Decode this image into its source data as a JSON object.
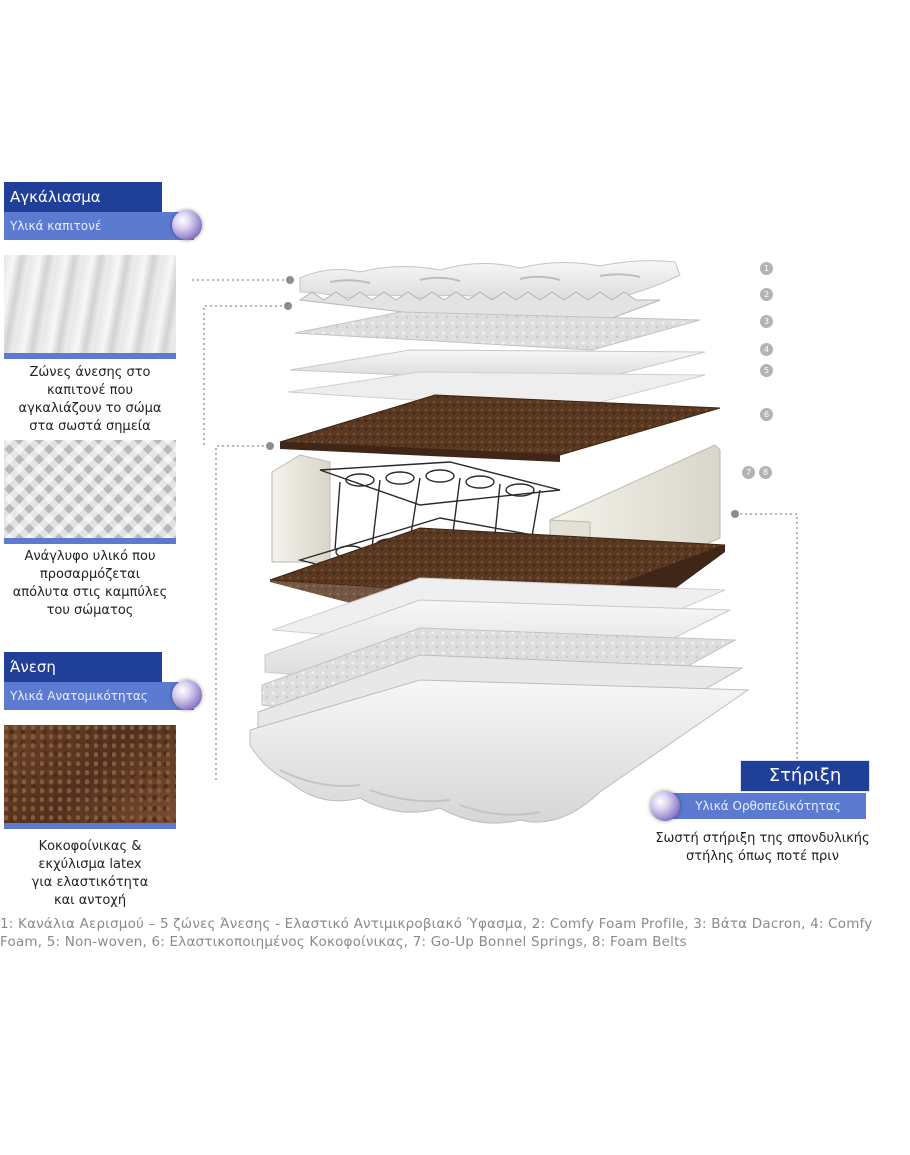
{
  "colors": {
    "title_blue": "#1f3f99",
    "subtitle_blue": "#5d7ad1",
    "coconut_brown": "#5a3922",
    "foam_white": "#efefef",
    "leader_gray": "#8d8d8d"
  },
  "panels": [
    {
      "title": "Αγκάλιασμα",
      "subtitle": "Υλικά καπιτονέ",
      "icon": "purple-orb-icon"
    },
    {
      "title": "Άνεση",
      "subtitle": "Υλικά Ανατομικότητας",
      "icon": "purple-orb-icon"
    }
  ],
  "swatches": [
    {
      "texture": "quilted-fabric",
      "description": "Ζώνες άνεσης στο\nκαπιτονέ που\nαγκαλιάζουν το σώμα\nστα σωστά σημεία"
    },
    {
      "texture": "profile-foam",
      "description": "Ανάγλυφο υλικό που\nπροσαρμόζεται\nαπόλυτα στις καμπύλες\nτου σώματος"
    },
    {
      "texture": "coconut-fiber",
      "description": "Κοκοφοίνικας &\nεκχύλισμα latex\nγια ελαστικότητα\nκαι αντοχή"
    }
  ],
  "support": {
    "title": "Στήριξη",
    "subtitle": "Υλικά Ορθοπεδικότητας",
    "description": "Σωστή στήριξη της σπονδυλικής\nστήλης όπως ποτέ πριν"
  },
  "layer_numbers": [
    "1",
    "2",
    "3",
    "4",
    "5",
    "6",
    "7",
    "8"
  ],
  "caption": "1: Κανάλια Αερισμού – 5 ζώνες Άνεσης - Ελαστικό Αντιμικροβιακό Ύφασμα, 2: Comfy Foam Profile, 3: Βάτα Dacron, 4: Comfy Foam, 5: Non-woven, 6: Ελαστικοποιημένος Κοκοφοίνικας, 7: Go-Up Bonnel Springs, 8: Foam Belts"
}
